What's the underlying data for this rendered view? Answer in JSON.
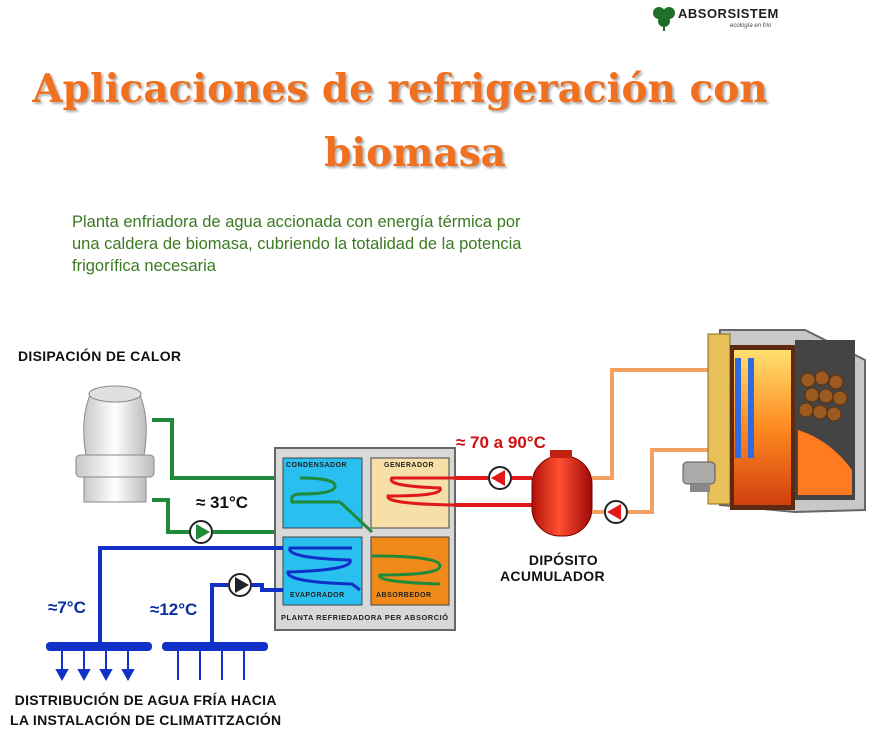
{
  "logo": {
    "name": "ABSORSISTEM",
    "tagline": "ecología en frío"
  },
  "title": {
    "line1": "Aplicaciones de refrigeración con",
    "line2": "biomasa"
  },
  "description": [
    "Planta enfriadora de agua accionada con energía térmica por",
    "una caldera de biomasa, cubriendo la totalidad de la potencia",
    "frigorífica necesaria"
  ],
  "diagram": {
    "heat_dissipation_label": "DISIPACIÓN DE CALOR",
    "temp_cooling": "≈ 31°C",
    "temp_hot": "≈ 70 a 90°C",
    "temp_cold_supply": "≈7°C",
    "temp_cold_return": "≈12°C",
    "plant": {
      "condenser": "CONDENSADOR",
      "generator": "GENERADOR",
      "evaporator": "EVAPORADOR",
      "absorber": "ABSORBEDOR",
      "caption": "PLANTA REFRIEDADORA PER ABSORCIÓ"
    },
    "tank_label": [
      "DIPÓSITO",
      "ACUMULADOR"
    ],
    "distribution_label": [
      "DISTRIBUCIÓN DE AGUA FRÍA HACIA",
      "LA INSTALACIÓN DE CLIMATITZACIÓN"
    ],
    "colors": {
      "hot_pipe": "#e01818",
      "cooling_pipe": "#1f8a3a",
      "cold_pipe": "#1030c8",
      "boiler_pipe": "#f4a060",
      "title": "#f07020",
      "description": "#3a7a22"
    }
  }
}
